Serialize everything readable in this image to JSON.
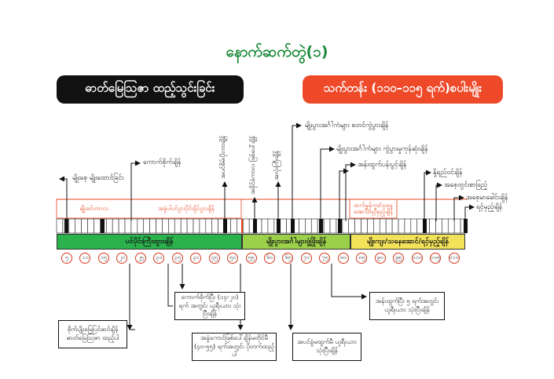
{
  "title": "နောက်ဆက်တွဲ(၁)",
  "banner_left": "ဓာတ်မြေဩဇာ ထည့်သွင်းခြင်း",
  "banner_right": "သက်တန်း (၁၁၀–၁၁၅ ရက်)စပါးမျိုး",
  "phases": [
    {
      "label": "ပင်ပိုင်းကြီးထွားချိန်",
      "color": "#2bb24c"
    },
    {
      "label": "မျိုးပွားအင်္ဂါများဖွံ့ဖြိုးချိန်",
      "color": "#9bd04a"
    },
    {
      "label": "မျိုးကျး/သနေအောင်/ရင့်မှည့်ချိန်",
      "color": "#f2e25a"
    }
  ],
  "bands": [
    "မျိုးခင်းကာလ",
    "အခွံပါပင်ပွားပိုင်းရှိပ်ပွားချိန်",
    "ထက်မွှန်ကူး/သနေအောင်/ရင့်မှည့်ချိန်"
  ],
  "numbers": [
    "၅",
    "၁၀",
    "၁၅",
    "၂၀",
    "၂၅",
    "၃၀",
    "၃၅",
    "၄၀",
    "၄၅",
    "၅၀",
    "၅၅",
    "၆၀",
    "၆၅",
    "၇၀",
    "၇၅",
    "၈၀",
    "၈၅",
    "၉၀",
    "၉၅",
    "၁၀၀",
    "၁၀၅",
    "၁၁၀"
  ],
  "top_labels": {
    "seed_sowing": "မျိုးစေ့ မျိုးထောင်ခြင်း",
    "transplant": "ကောက်စိုက်ချိန်",
    "vertical": [
      "အပင်စိမ်းပိုးကာချိန်",
      "အခိုင်ခံကာလ ဖြစ်ပေါ်ချိန်",
      "အလုံးကြီးချိန်"
    ],
    "flower1": "မျိုးပွားအင်္ဂါကံများ စတင်ကွဲပွားချိန်",
    "flower2": "မျိုးပွားအင်္ဂါကံများ ကွဲပွားမှုကုန်ဆုံးချိန်",
    "heading": "အန်းထွက်ပန်းပွင့်ချိန်",
    "milk": "နို့ရည်ဝင်ချိန်",
    "dough": "အစေ့တွင်းစာဖြည့်",
    "hard": "အစေ့မာခေါင်းချိန်",
    "mature": "ရင့်မှည့်ချိန်"
  },
  "boxes": {
    "basal": "စိုက်ပျိုးမြေပြင်ဆင်ချိန် ဓာတ်မြေဩဇာ ထည့်ပါ",
    "tiller": "ကောက်စိုက်ပြီး (၁၄-၂၀) ရက် အတွင်း ယူရီးယား သုံးပြီးချိန်",
    "panicle": "အခွံကောင်ဖြစ်ပေါ်ချိန်မတိုင်မီ (၄၀-၅၅) ရက်အတွင်း ပိုတက်ထည့်ပါ",
    "booting": "အပင်ခွံမထွက်မီ ယူရီးယား သုံးပြီးချိန်",
    "flowering": "အန်းထွက်ပြီး ၅ ရက်အတွင်း ယူရီးယား သုံးပြီးချိန်"
  }
}
